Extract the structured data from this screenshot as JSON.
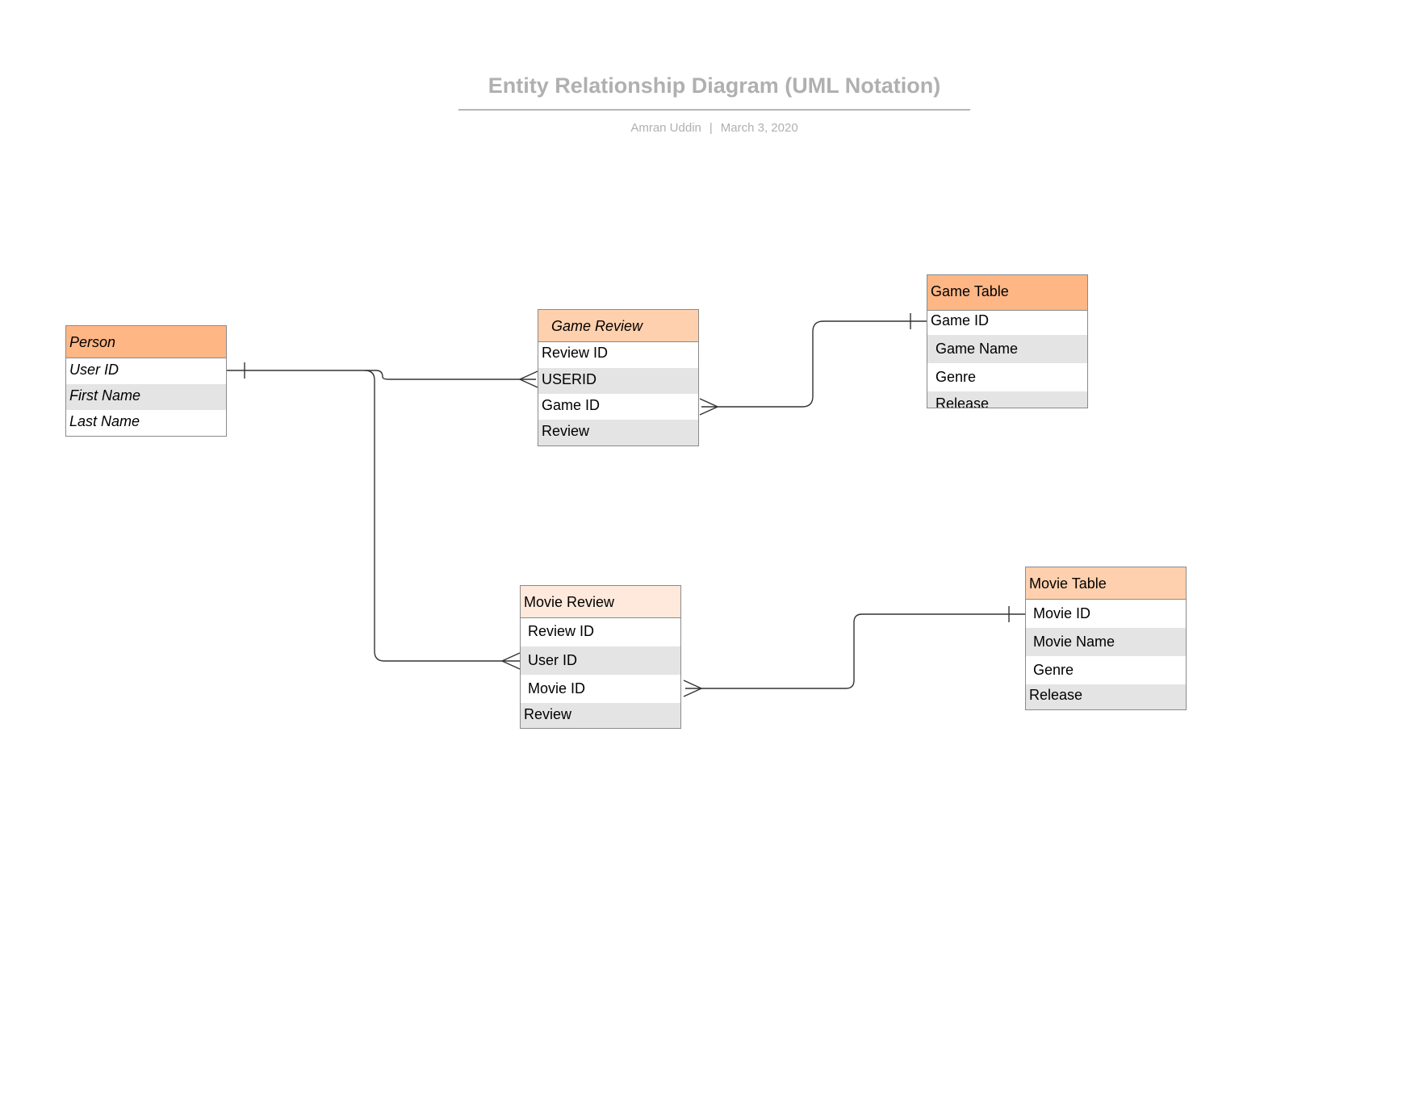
{
  "header": {
    "title": "Entity Relationship Diagram (UML Notation)",
    "author": "Amran Uddin",
    "separator": "|",
    "date": "March 3, 2020"
  },
  "colors": {
    "person_header": "#ffb685",
    "game_table_header": "#ffb685",
    "game_review_header": "#ffd0ad",
    "movie_table_header": "#ffd0ad",
    "movie_review_header": "#ffe9dc",
    "row_shade": "#e4e4e4",
    "line": "#333333"
  },
  "entities": {
    "person": {
      "name": "Person",
      "fields": [
        "User ID",
        "First Name",
        "Last Name"
      ]
    },
    "game_review": {
      "name": "Game Review",
      "fields": [
        "Review ID",
        "USERID",
        "Game ID",
        "Review"
      ]
    },
    "game_table": {
      "name": "Game Table",
      "fields": [
        "Game ID",
        "Game Name",
        "Genre",
        "Release"
      ]
    },
    "movie_review": {
      "name": "Movie Review",
      "fields": [
        "Review ID",
        "User ID",
        "Movie ID",
        "Review"
      ]
    },
    "movie_table": {
      "name": "Movie Table",
      "fields": [
        "Movie ID",
        "Movie Name",
        "Genre",
        "Release"
      ]
    }
  },
  "relationships": [
    {
      "from": "Person.User ID",
      "from_end": "one",
      "to": "Game Review.USERID",
      "to_end": "many"
    },
    {
      "from": "Person.User ID",
      "from_end": "one",
      "to": "Movie Review.User ID",
      "to_end": "many"
    },
    {
      "from": "Game Table.Game ID",
      "from_end": "one",
      "to": "Game Review.Game ID",
      "to_end": "many"
    },
    {
      "from": "Movie Table.Movie ID",
      "from_end": "one",
      "to": "Movie Review.Movie ID",
      "to_end": "many"
    }
  ]
}
